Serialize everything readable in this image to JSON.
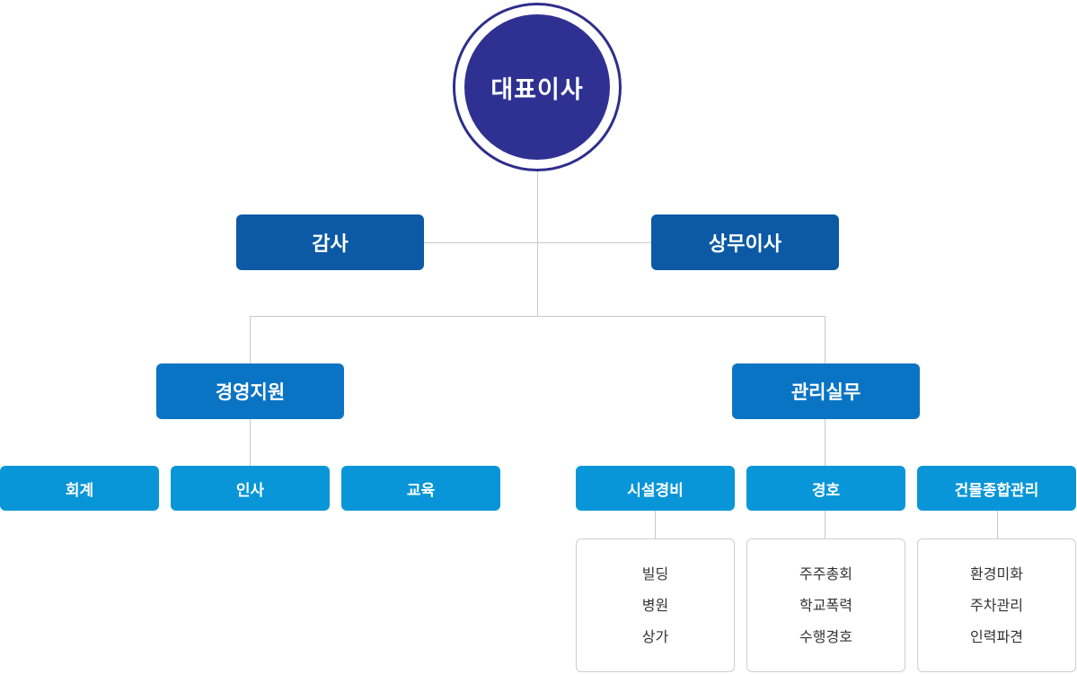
{
  "ceo": {
    "label": "대표이사"
  },
  "level1": {
    "left": "감사",
    "right": "상무이사"
  },
  "level2": {
    "left": "경영지원",
    "right": "관리실무"
  },
  "management_support": {
    "items": [
      "회계",
      "인사",
      "교육"
    ]
  },
  "operations": {
    "units": [
      {
        "label": "시설경비",
        "details": [
          "빌딩",
          "병원",
          "상가"
        ]
      },
      {
        "label": "경호",
        "details": [
          "주주총회",
          "학교폭력",
          "수행경호"
        ]
      },
      {
        "label": "건물종합관리",
        "details": [
          "환경미화",
          "주차관리",
          "인력파견"
        ]
      }
    ]
  },
  "colors": {
    "ceo": "#2e3192",
    "level1": "#0c5aa6",
    "level2": "#0a74c4",
    "level3": "#0896d8",
    "connector": "#c9c9c9"
  }
}
